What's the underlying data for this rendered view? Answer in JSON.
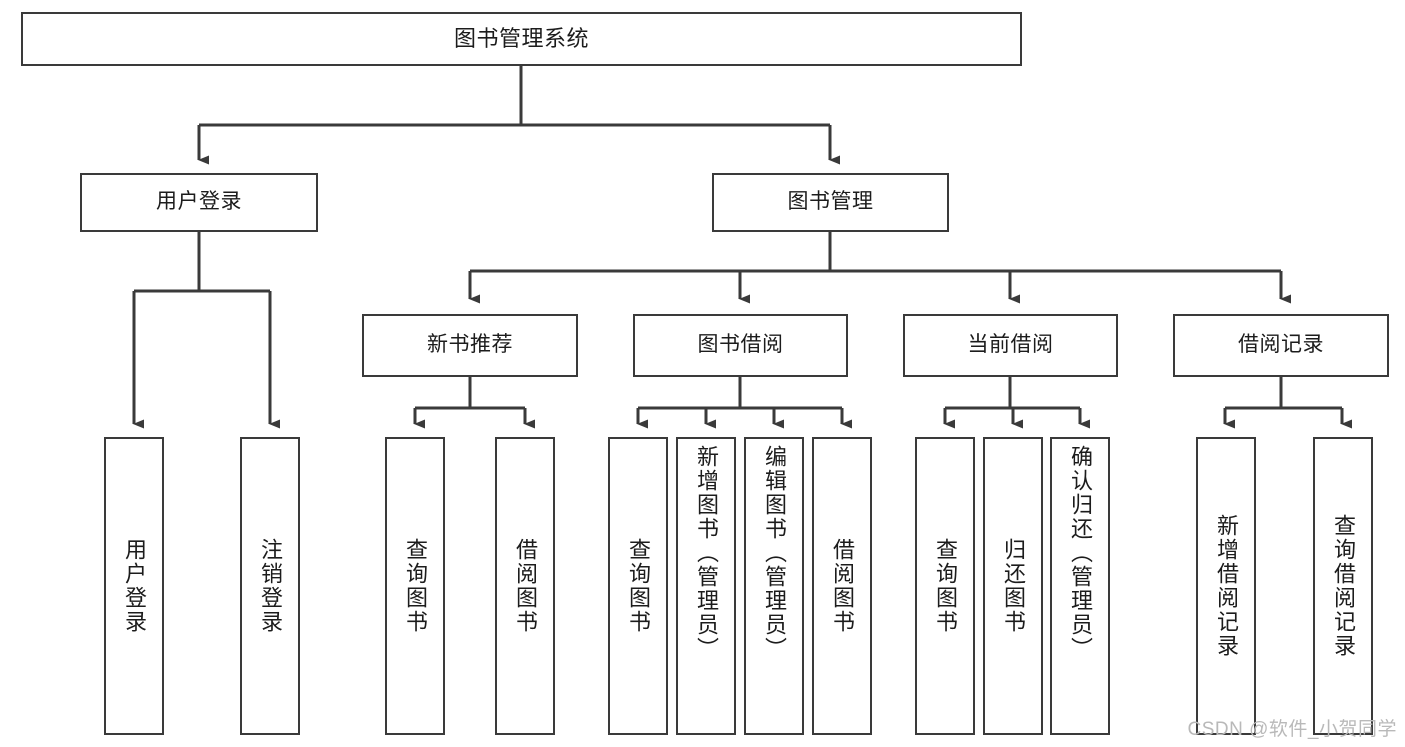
{
  "diagram": {
    "title": "图书管理系统",
    "watermark": "CSDN @软件_小贺同学",
    "colors": {
      "stroke": "#3a3a3a",
      "box_fill": "#ffffff",
      "text": "#1c1c1c",
      "watermark": "#b9b9b9",
      "background": "#ffffff"
    },
    "levels": {
      "root": "图书管理系统",
      "level1": [
        "用户登录",
        "图书管理"
      ],
      "level2": [
        "新书推荐",
        "图书借阅",
        "当前借阅",
        "借阅记录"
      ]
    },
    "nodes": {
      "root": {
        "label": "图书管理系统"
      },
      "user_login": {
        "label": "用户登录"
      },
      "book_manage": {
        "label": "图书管理"
      },
      "new_book_rec": {
        "label": "新书推荐"
      },
      "book_borrow": {
        "label": "图书借阅"
      },
      "current_borrow": {
        "label": "当前借阅"
      },
      "borrow_record": {
        "label": "借阅记录"
      },
      "leaf_user_login": {
        "label": "用户登录"
      },
      "leaf_logout": {
        "label": "注销登录"
      },
      "leaf_query_book_1": {
        "label": "查询图书"
      },
      "leaf_borrow_book_1": {
        "label": "借阅图书"
      },
      "leaf_query_book_2": {
        "label": "查询图书"
      },
      "leaf_add_book": {
        "label": "新增图书（管理员）"
      },
      "leaf_edit_book": {
        "label": "编辑图书（管理员）"
      },
      "leaf_borrow_book_2": {
        "label": "借阅图书"
      },
      "leaf_query_book_3": {
        "label": "查询图书"
      },
      "leaf_return_book": {
        "label": "归还图书"
      },
      "leaf_confirm_return": {
        "label": "确认归还（管理员）"
      },
      "leaf_add_record": {
        "label": "新增借阅记录"
      },
      "leaf_query_record": {
        "label": "查询借阅记录"
      }
    }
  }
}
